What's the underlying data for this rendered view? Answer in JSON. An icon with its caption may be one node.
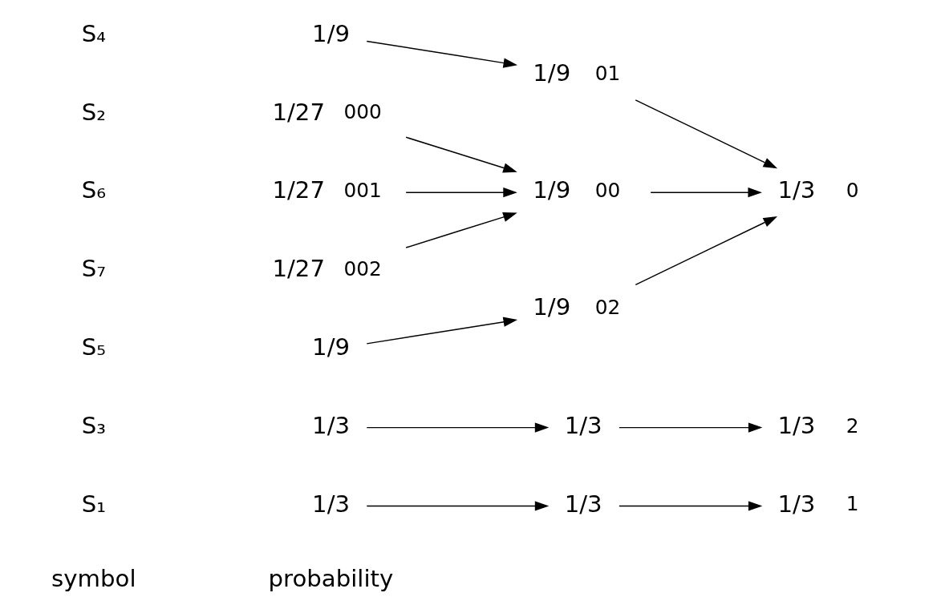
{
  "diagram": {
    "nodes": [
      {
        "text": [
          "1/3"
        ]
      },
      {
        "text": [
          "1/3"
        ]
      },
      {
        "text": [
          "1/9"
        ]
      },
      {
        "text": [
          "1/9"
        ]
      },
      {
        "text": [
          "1/27"
        ],
        "beside": [
          "000"
        ]
      },
      {
        "text": [
          "1/27"
        ],
        "beside": [
          "001"
        ]
      },
      {
        "text": [
          "1/27"
        ],
        "beside": [
          "002"
        ]
      },
      {
        "text": [
          "1/3"
        ]
      },
      {
        "text": [
          "1/3"
        ]
      },
      {
        "text": [
          "1/9"
        ],
        "beside": [
          "00"
        ]
      },
      {
        "text": [
          "1/9"
        ],
        "beside": [
          "01"
        ]
      },
      {
        "text": [
          "1/9"
        ],
        "beside": [
          "02"
        ]
      },
      {
        "text": [
          "1/3"
        ],
        "beside": [
          "0"
        ]
      },
      {
        "text": [
          "1/3"
        ],
        "beside": [
          "1"
        ]
      },
      {
        "text": [
          "1/3"
        ],
        "beside": [
          "2"
        ]
      }
    ],
    "edges": [
      {
        "from": 0,
        "to": 7,
        "arrow": "to"
      },
      {
        "from": 1,
        "to": 8,
        "arrow": "to"
      },
      {
        "from": 2,
        "to": 10,
        "arrow": "to"
      },
      {
        "from": 3,
        "to": 11,
        "arrow": "to"
      },
      {
        "from": 4,
        "to": 9,
        "arrow": "to"
      },
      {
        "from": 5,
        "to": 9,
        "arrow": "to"
      },
      {
        "from": 6,
        "to": 9,
        "arrow": "to"
      },
      {
        "from": 7,
        "to": 13,
        "arrow": "to"
      },
      {
        "from": 8,
        "to": 14,
        "arrow": "to"
      },
      {
        "from": 9,
        "to": 12,
        "arrow": "to"
      },
      {
        "from": 10,
        "to": 12,
        "arrow": "to"
      },
      {
        "from": 11,
        "to": 12,
        "arrow": "to"
      }
    ],
    "labels": [
      "symbol",
      "probability",
      "S₁",
      "S₃",
      "S₄",
      "S₅",
      "S₂",
      "S₆",
      "S₇"
    ]
  }
}
